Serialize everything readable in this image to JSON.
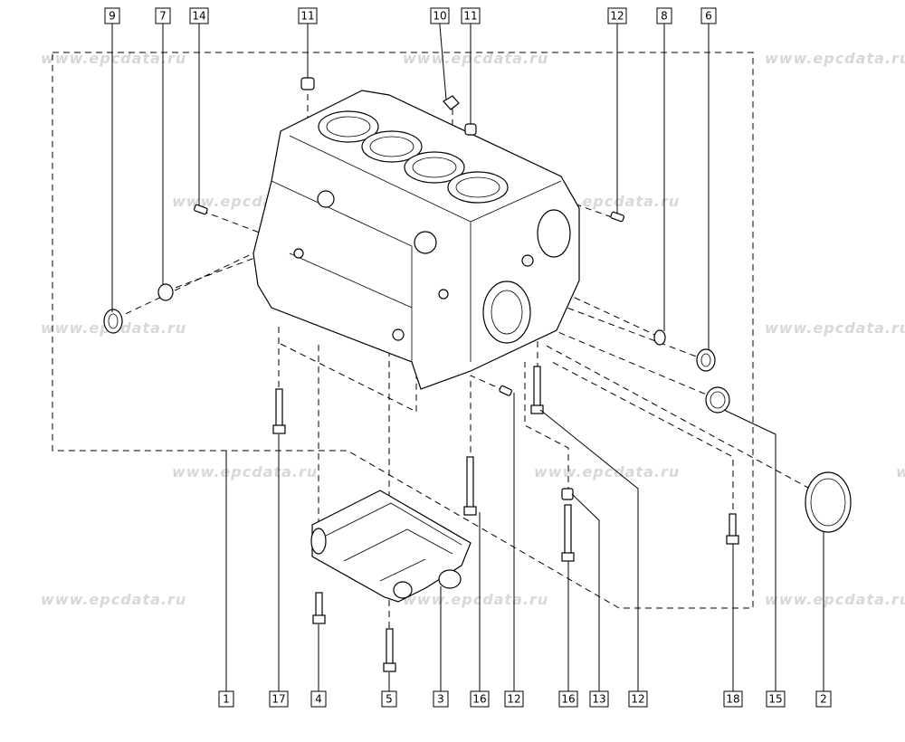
{
  "watermark": "www.epcdata.ru",
  "callouts_top": [
    "9",
    "7",
    "14",
    "11",
    "10",
    "11",
    "12",
    "8",
    "6"
  ],
  "callouts_bottom": [
    "1",
    "17",
    "4",
    "5",
    "3",
    "16",
    "12",
    "16",
    "13",
    "12",
    "18",
    "15",
    "2"
  ]
}
